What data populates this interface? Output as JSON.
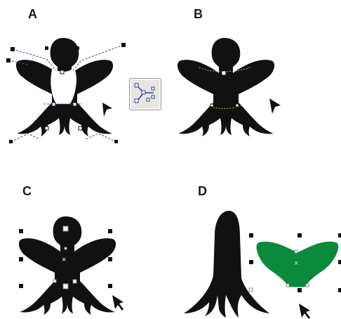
{
  "panels": [
    {
      "id": "A",
      "label": "A"
    },
    {
      "id": "B",
      "label": "B"
    },
    {
      "id": "C",
      "label": "C"
    },
    {
      "id": "D",
      "label": "D"
    }
  ],
  "toolbar": {
    "tool_icon": "shape-tool-icon"
  },
  "colors": {
    "shape_fill": "#111111",
    "selected_piece_fill": "#0a8a3a",
    "guide_line": "#3b4a9a",
    "canvas": "#ffffff"
  }
}
